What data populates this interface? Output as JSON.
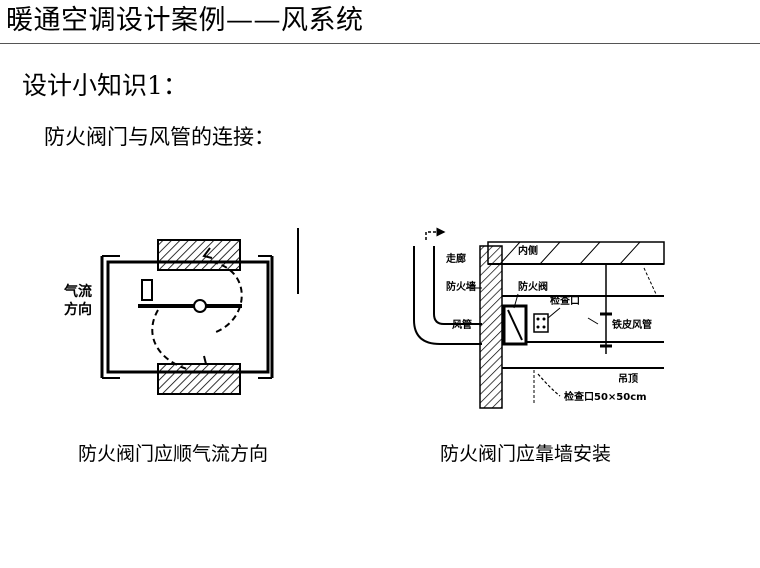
{
  "slide": {
    "title": "暖通空调设计案例——风系统",
    "subtitle": "设计小知识1：",
    "heading": "防火阀门与风管的连接："
  },
  "figure_left": {
    "label_line1": "气流",
    "label_line2": "方向",
    "caption": "防火阀门应顺气流方向"
  },
  "figure_right": {
    "labels": {
      "inner": "内侧",
      "corridor": "走廊",
      "fire_wall": "防火墙",
      "fire_damper": "防火阀",
      "access_port": "检查口",
      "duct": "风管",
      "sheet_duct": "铁皮风管",
      "ceiling": "吊顶",
      "access_size": "检查口50×50cm"
    },
    "caption": "防火阀门应靠墙安装"
  },
  "colors": {
    "ink": "#000000",
    "rule": "#555555",
    "background": "#ffffff"
  }
}
